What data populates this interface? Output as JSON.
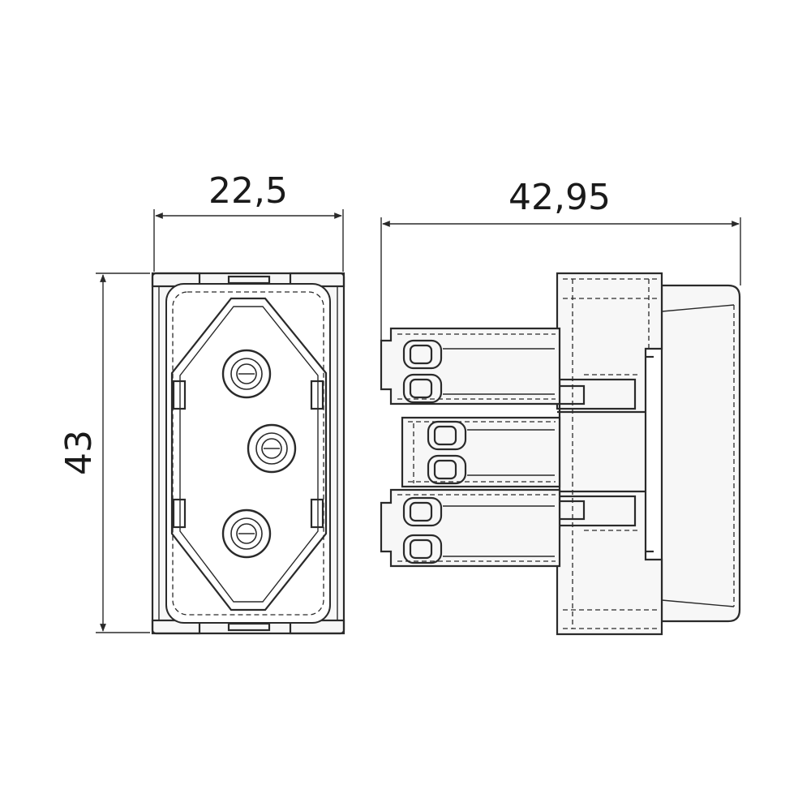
{
  "dimensions": {
    "front_width": "22,5",
    "side_depth": "42,95",
    "height": "43"
  },
  "colors": {
    "line": "#2a2a2a",
    "background": "#ffffff",
    "fill": "#f7f7f7"
  }
}
